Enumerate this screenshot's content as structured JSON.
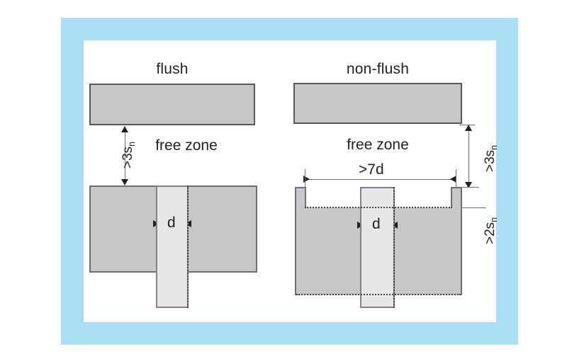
{
  "figure": {
    "frame_color": "#aaddf6",
    "panel_color": "#ffffff",
    "block_fill": "#c6c7c9",
    "sensor_fill": "#e6e7e8",
    "outline_color": "#58595b"
  },
  "left_diagram": {
    "title": "flush",
    "free_zone_label": "free zone",
    "vertical_dim": {
      "prefix": ">3s",
      "subscript": "n"
    },
    "sensor_dim": "d"
  },
  "right_diagram": {
    "title": "non-flush",
    "free_zone_label": "free zone",
    "vertical_dim": {
      "prefix": ">3s",
      "subscript": "n"
    },
    "recess_dim": {
      "prefix": ">2s",
      "subscript": "n"
    },
    "width_dim": ">7d",
    "sensor_dim": "d"
  }
}
